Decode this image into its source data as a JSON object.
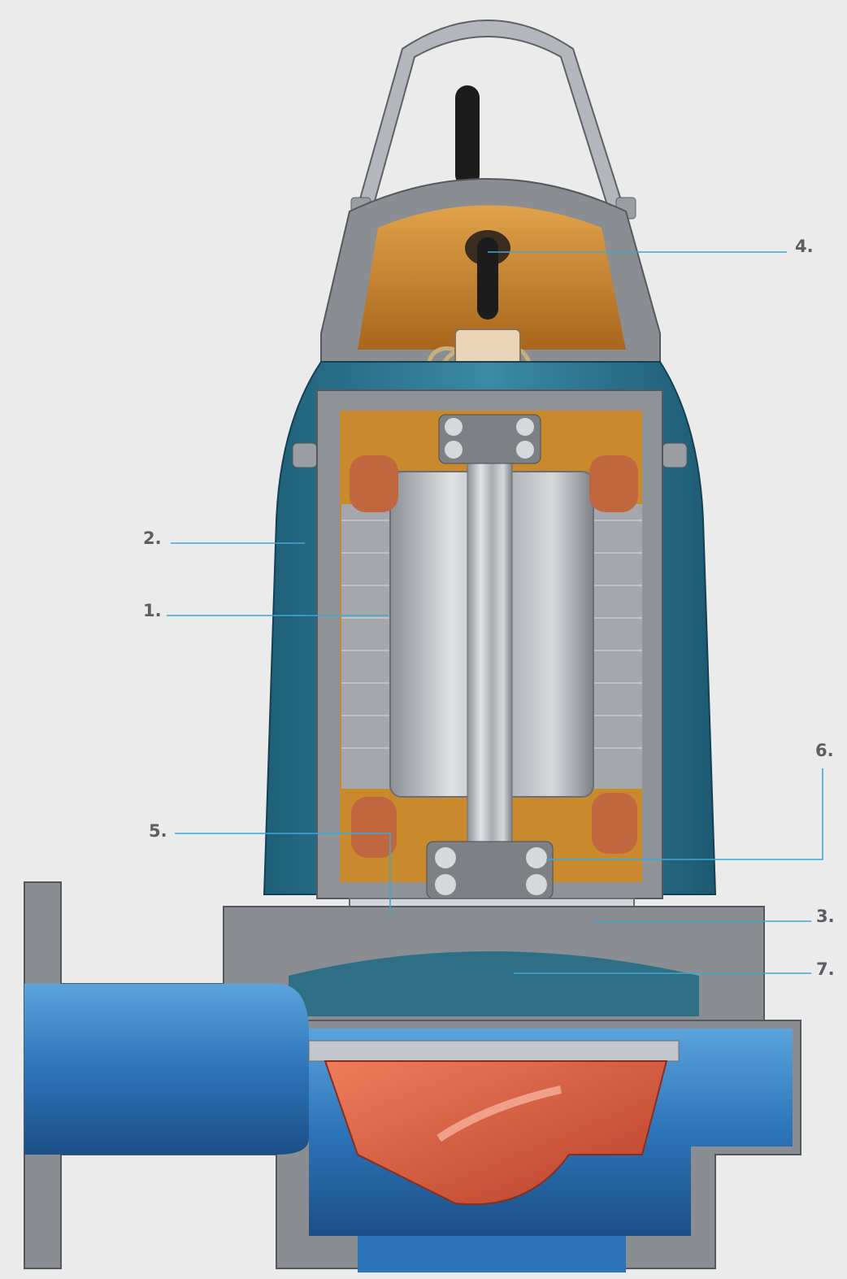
{
  "colors": {
    "background": "#ebebeb",
    "leader_line": "#3fa7d6",
    "label_text": "#5b5f63",
    "housing_gray": "#7d8085",
    "motor_blue": "#2f6f86",
    "copper": "#c98a2e",
    "volute_blue": "#2c74b8",
    "impeller_red": "#d9553a",
    "steel": "#c3c6ca"
  },
  "callouts": [
    {
      "id": "1",
      "label": "1."
    },
    {
      "id": "2",
      "label": "2."
    },
    {
      "id": "3",
      "label": "3."
    },
    {
      "id": "4",
      "label": "4."
    },
    {
      "id": "5",
      "label": "5."
    },
    {
      "id": "6",
      "label": "6."
    },
    {
      "id": "7",
      "label": "7."
    }
  ]
}
